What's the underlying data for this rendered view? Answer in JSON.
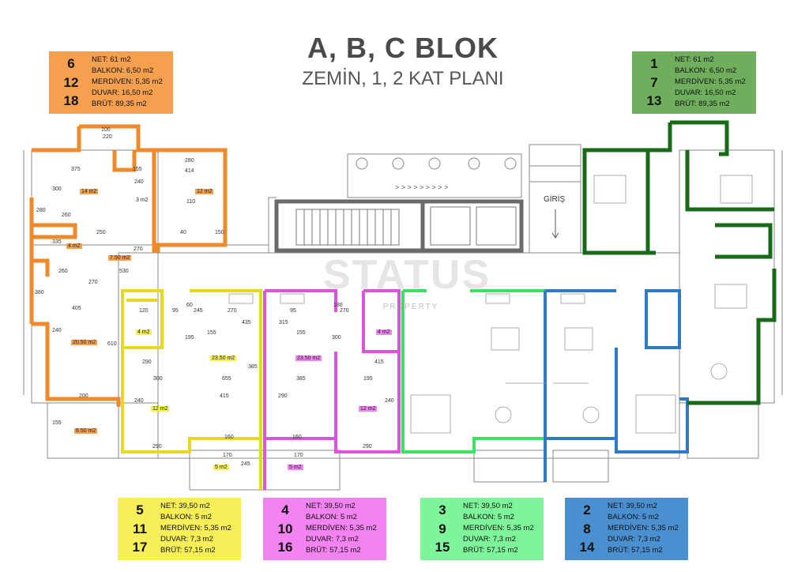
{
  "header": {
    "title": "A, B, C BLOK",
    "subtitle": "ZEMİN, 1, 2 KAT PLANI"
  },
  "watermark": {
    "main": "STATUS",
    "sub": "PROPERTY"
  },
  "entrance_label": "GİRİŞ",
  "colors": {
    "orange": "#f5a04f",
    "green": "#6fae5d",
    "yellow": "#f7ef57",
    "magenta": "#f383f0",
    "lightgreen": "#7ef59a",
    "blue": "#4a8fd0"
  },
  "units": {
    "orange": {
      "numbers": [
        "6",
        "12",
        "18"
      ],
      "specs": [
        "NET: 61 m2",
        "BALKON: 6,50 m2",
        "MERDİVEN: 5,35 m2",
        "DUVAR: 16,50 m2",
        "BRÜT: 89,35 m2"
      ]
    },
    "green": {
      "numbers": [
        "1",
        "7",
        "13"
      ],
      "specs": [
        "NET: 61 m2",
        "BALKON: 6,50 m2",
        "MERDİVEN: 5,35 m2",
        "DUVAR: 16,50 m2",
        "BRÜT: 89,35 m2"
      ]
    },
    "yellow": {
      "numbers": [
        "5",
        "11",
        "17"
      ],
      "specs": [
        "NET: 39,50 m2",
        "BALKON: 5 m2",
        "MERDİVEN: 5,35 m2",
        "DUVAR: 7,3 m2",
        "BRÜT: 57,15 m2"
      ]
    },
    "magenta": {
      "numbers": [
        "4",
        "10",
        "16"
      ],
      "specs": [
        "NET: 39,50 m2",
        "BALKON: 5 m2",
        "MERDİVEN: 5,35 m2",
        "DUVAR: 7,3 m2",
        "BRÜT: 57,15 m2"
      ]
    },
    "lightgreen": {
      "numbers": [
        "3",
        "9",
        "15"
      ],
      "specs": [
        "NET: 39,50 m2",
        "BALKON: 5 m2",
        "MERDİVEN: 5,35 m2",
        "DUVAR: 7,3 m2",
        "BRÜT: 57,15 m2"
      ]
    },
    "blue": {
      "numbers": [
        "2",
        "8",
        "14"
      ],
      "specs": [
        "NET: 39,50 m2",
        "BALKON: 5 m2",
        "MERDİVEN: 5,35 m2",
        "DUVAR: 7,3 m2",
        "BRÜT: 57,15 m2"
      ]
    }
  },
  "dimensions": [
    "100",
    "220",
    "375",
    "155",
    "280",
    "240",
    "300",
    "414",
    "110",
    "280",
    "260",
    "250",
    "40",
    "150",
    "335",
    "270",
    "260",
    "530",
    "270",
    "380",
    "405",
    "610",
    "240",
    "200",
    "155",
    "120",
    "95",
    "60",
    "245",
    "270",
    "435",
    "155",
    "195",
    "290",
    "300",
    "655",
    "385",
    "415",
    "240",
    "160",
    "290",
    "170",
    "245",
    "95",
    "180",
    "270",
    "315",
    "155",
    "300",
    "385",
    "290",
    "195",
    "415",
    "240",
    "160",
    "290",
    "170"
  ],
  "room_areas": [
    "14 m2",
    "12 m2",
    "3 m2",
    "4 m2",
    "7.50 m2",
    "20.50 m2",
    "6.50 m2",
    "4 m2",
    "23.50 m2",
    "12 m2",
    "5 m2",
    "23.50 m2",
    "4 m2",
    "12 m2",
    "5 m2"
  ]
}
